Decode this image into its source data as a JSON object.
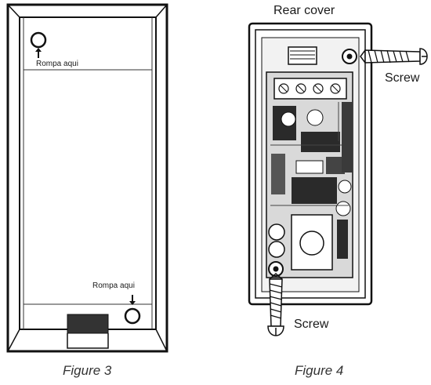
{
  "figure3": {
    "label_top": "Rompa aqui",
    "label_bottom": "Rompa aqui",
    "caption": "Figure 3"
  },
  "figure4": {
    "label_rear_cover": "Rear cover",
    "label_screw_top": "Screw",
    "label_screw_bottom": "Screw",
    "caption": "Figure 4"
  },
  "colors": {
    "stroke": "#111111",
    "pcb": "#2a2a2a",
    "board_light": "#d9d9d9"
  }
}
